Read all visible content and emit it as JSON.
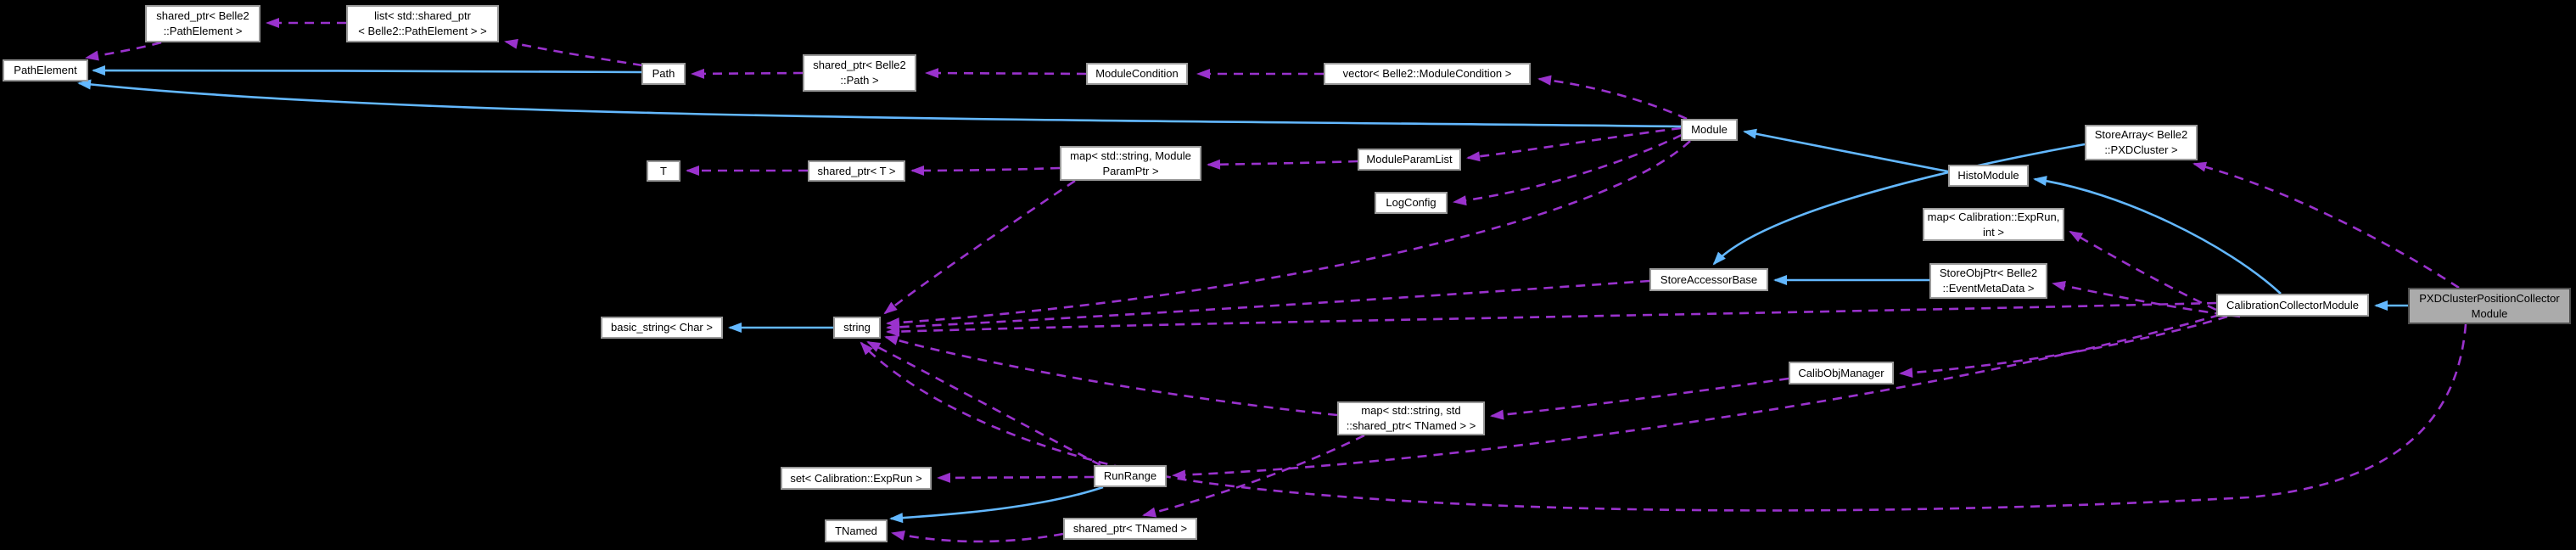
{
  "diagram": {
    "background": "#000000",
    "kind": "collaboration-graph",
    "highlighted_node": "PXDClusterPositionCollector\nModule"
  },
  "colors": {
    "usage_edge": "#9A32CD",
    "inheritance_edge": "#63B8FF",
    "node_fill": "#ffffff",
    "node_border": "#9a9a9a",
    "node_text": "#000000",
    "highlight_fill": "#ababab",
    "highlight_border": "#4d4d4d"
  },
  "nodes": [
    {
      "id": "pathelement",
      "label": "PathElement"
    },
    {
      "id": "sp-pathelement",
      "label": "shared_ptr< Belle2\n::PathElement >"
    },
    {
      "id": "list-sp-pathelement",
      "label": "list< std::shared_ptr\n< Belle2::PathElement > >"
    },
    {
      "id": "path",
      "label": "Path"
    },
    {
      "id": "sp-path",
      "label": "shared_ptr< Belle2\n::Path >"
    },
    {
      "id": "modulecondition",
      "label": "ModuleCondition"
    },
    {
      "id": "vector-modulecondition",
      "label": "vector< Belle2::ModuleCondition >"
    },
    {
      "id": "module",
      "label": "Module"
    },
    {
      "id": "t",
      "label": "T"
    },
    {
      "id": "sp-t",
      "label": "shared_ptr< T >"
    },
    {
      "id": "map-moduleparamptr",
      "label": "map< std::string, Module\nParamPtr >"
    },
    {
      "id": "moduleparamlist",
      "label": "ModuleParamList"
    },
    {
      "id": "logconfig",
      "label": "LogConfig"
    },
    {
      "id": "storearray-pxdcluster",
      "label": "StoreArray< Belle2\n::PXDCluster >"
    },
    {
      "id": "histomodule",
      "label": "HistoModule"
    },
    {
      "id": "map-exprun-int",
      "label": "map< Calibration::ExpRun,\nint >"
    },
    {
      "id": "storeobjptr-eventmetadata",
      "label": "StoreObjPtr< Belle2\n::EventMetaData >"
    },
    {
      "id": "storeaccessorbase",
      "label": "StoreAccessorBase"
    },
    {
      "id": "calibrationcollectormodule",
      "label": "CalibrationCollectorModule"
    },
    {
      "id": "pxdclusterpositioncollectormodule",
      "label": "PXDClusterPositionCollector\nModule"
    },
    {
      "id": "basic-string-char",
      "label": "basic_string< Char >"
    },
    {
      "id": "string",
      "label": "string"
    },
    {
      "id": "calibobjmanager",
      "label": "CalibObjManager"
    },
    {
      "id": "map-string-sp-tnamed",
      "label": "map< std::string, std\n::shared_ptr< TNamed > >"
    },
    {
      "id": "set-exprun",
      "label": "set< Calibration::ExpRun >"
    },
    {
      "id": "runrange",
      "label": "RunRange"
    },
    {
      "id": "tnamed",
      "label": "TNamed"
    },
    {
      "id": "sp-tnamed",
      "label": "shared_ptr< TNamed >"
    }
  ]
}
